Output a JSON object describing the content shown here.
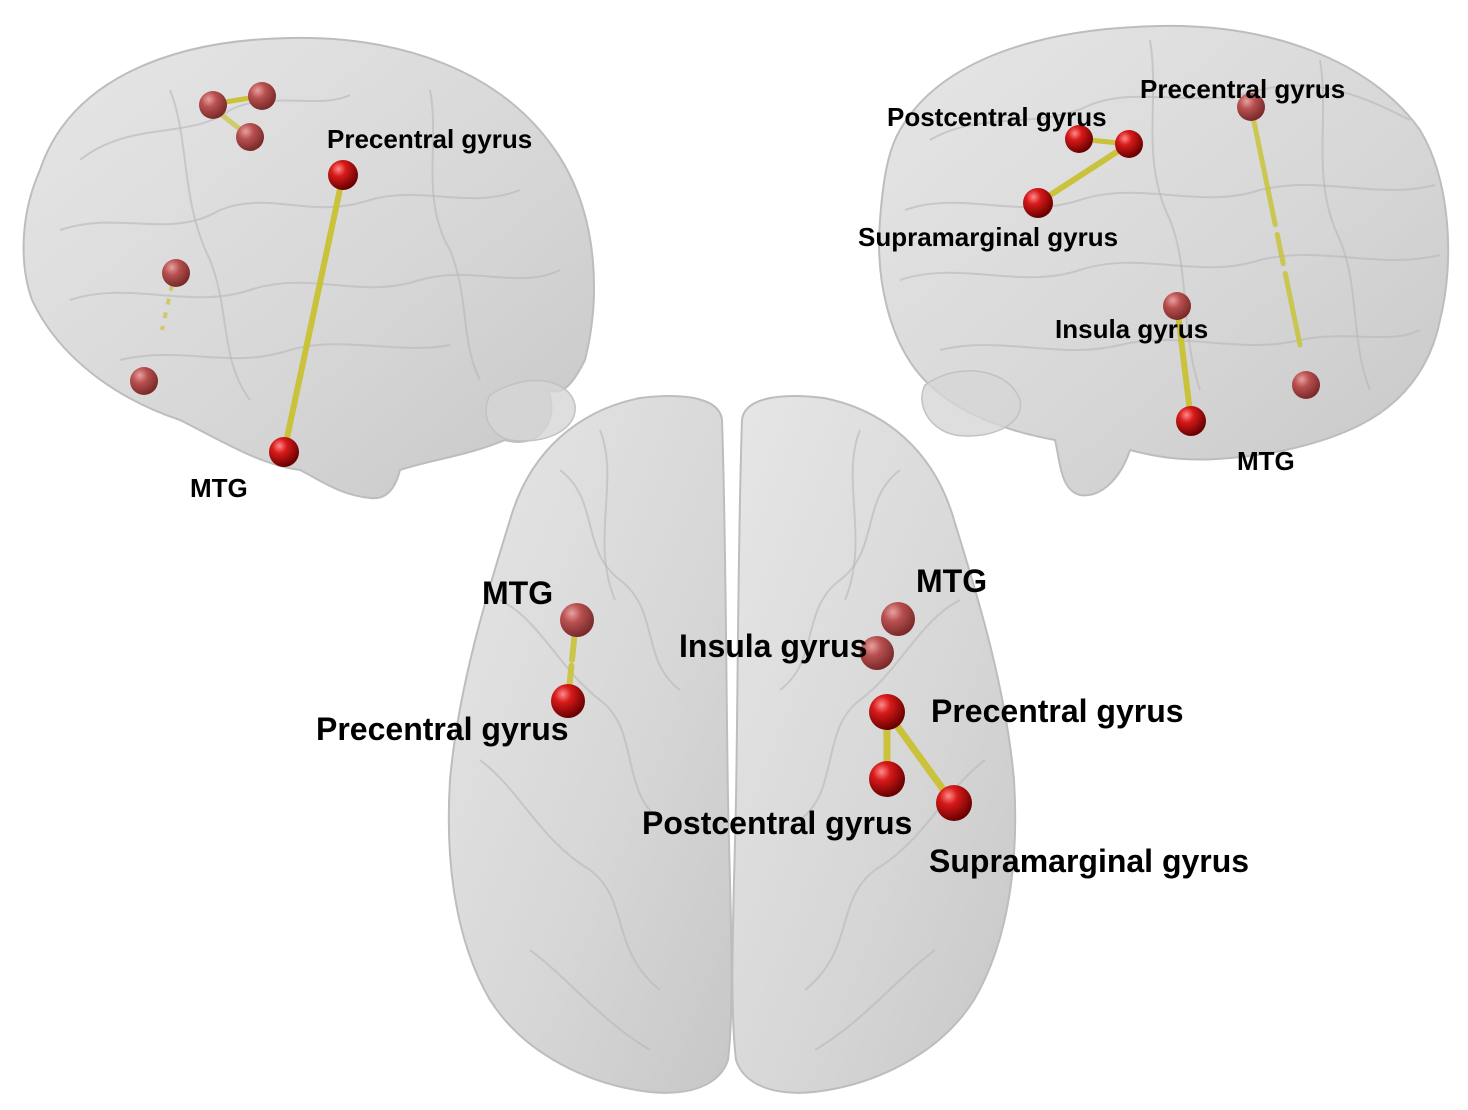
{
  "colors": {
    "node": "#c41414",
    "node_highlight": "#ff6a6a",
    "edge": "#c9c23a",
    "brain": "#c8c8c8",
    "label": "#000000"
  },
  "views": {
    "left_sagittal": {
      "labels": {
        "precentral": "Precentral gyrus",
        "mtg": "MTG"
      }
    },
    "right_sagittal": {
      "labels": {
        "precentral": "Precentral gyrus",
        "postcentral": "Postcentral gyrus",
        "supramarginal": "Supramarginal gyrus",
        "insula": "Insula gyrus",
        "mtg": "MTG"
      }
    },
    "axial": {
      "labels": {
        "mtg_left": "MTG",
        "precentral_left": "Precentral gyrus",
        "mtg_right": "MTG",
        "insula_right": "Insula gyrus",
        "precentral_right": "Precentral gyrus",
        "postcentral_right": "Postcentral gyrus",
        "supramarginal_right": "Supramarginal gyrus"
      }
    }
  }
}
